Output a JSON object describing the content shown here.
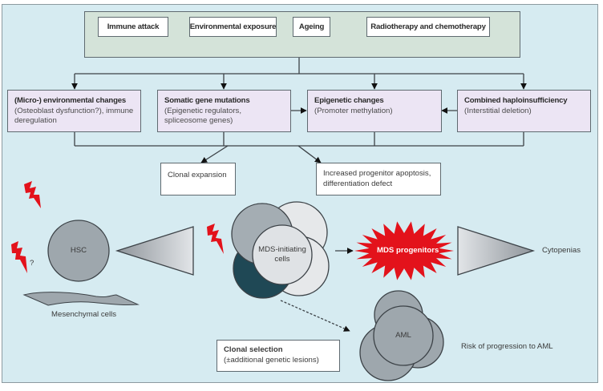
{
  "causes": [
    "Immune attack",
    "Environmental exposure",
    "Ageing",
    "Radiotherapy and chemotherapy"
  ],
  "mechanisms": [
    {
      "title": "(Micro-) environmental changes",
      "detail": "(Osteoblast dysfunction?), immune deregulation"
    },
    {
      "title": "Somatic gene mutations",
      "detail": "(Epigenetic regulators, spliceosome genes)"
    },
    {
      "title": "Epigenetic changes",
      "detail": "(Promoter methylation)"
    },
    {
      "title": "Combined haploinsufficiency",
      "detail": "(Interstitial deletion)"
    }
  ],
  "outcomes": {
    "clonal_expansion": "Clonal expansion",
    "apoptosis": "Increased progenitor apoptosis, differentiation defect"
  },
  "cells": {
    "hsc": "HSC",
    "mesenchymal": "Mesenchymal cells",
    "question_mark": "?",
    "mds_initiating": "MDS-initiating cells",
    "mds_progenitors": "MDS progenitors",
    "cytopenias": "Cytopenias",
    "aml": "AML",
    "aml_risk": "Risk of progression to AML"
  },
  "clonal_selection": {
    "title": "Clonal selection",
    "detail": "(±additional genetic lesions)"
  },
  "colors": {
    "background": "#d6ebf1",
    "top_box": "#d4e3d9",
    "mechanism_box": "#ece5f4",
    "lightning": "#e3121b",
    "mds_progenitors": "#e3121b",
    "dark_cell": "#1f4855"
  }
}
